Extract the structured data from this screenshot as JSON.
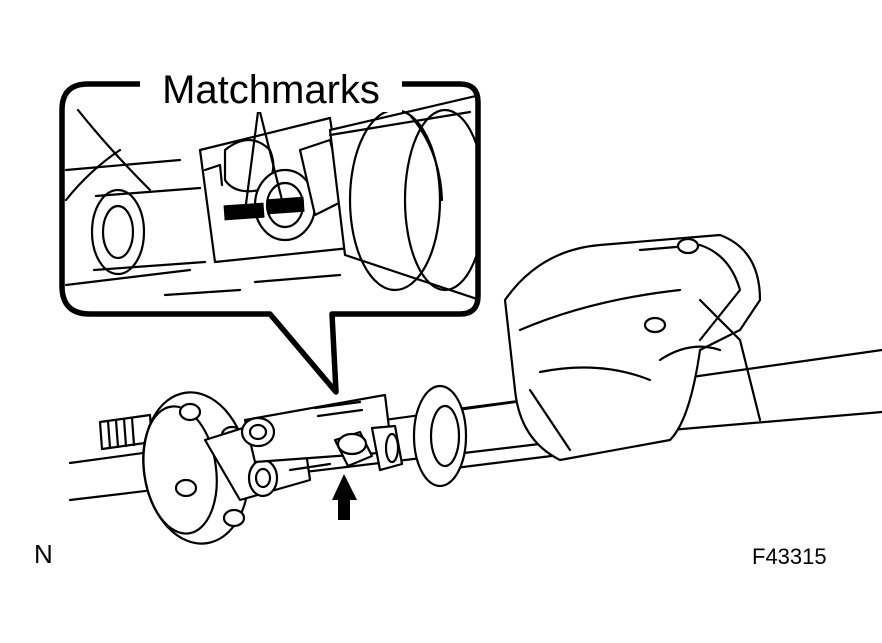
{
  "diagram": {
    "callout_label": "Matchmarks",
    "view_letter": "N",
    "figure_code": "F43315",
    "colors": {
      "line": "#000000",
      "background": "#ffffff"
    },
    "callout_pointer": "arrow-up-icon"
  }
}
